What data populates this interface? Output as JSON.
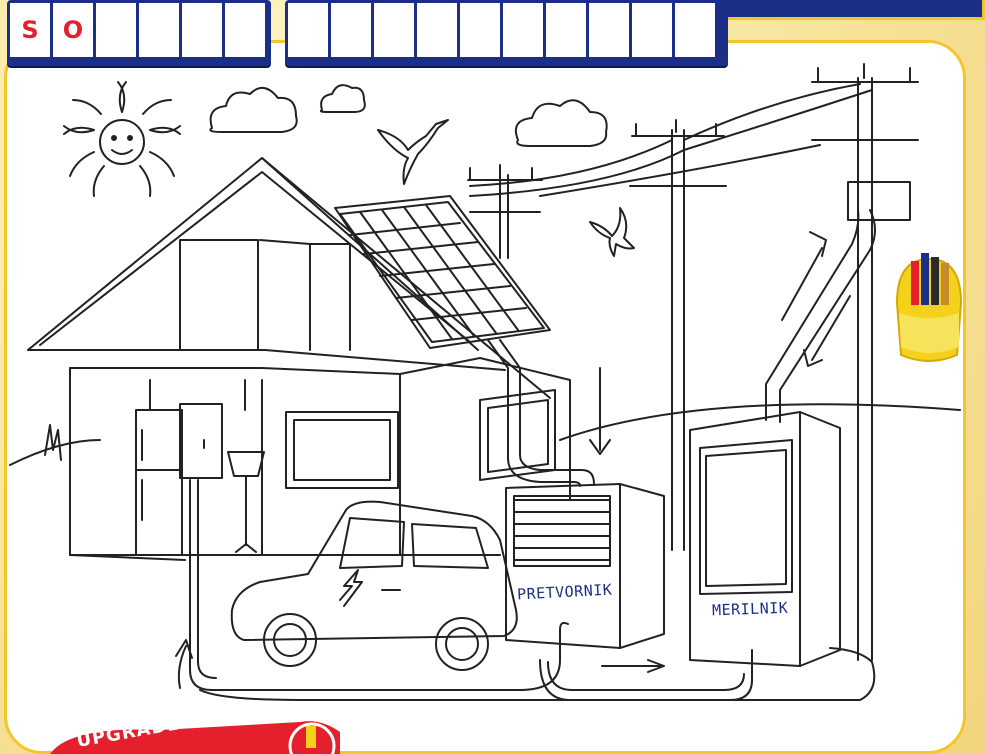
{
  "word_row_1": {
    "letters": [
      "S",
      "O",
      "",
      "",
      "",
      ""
    ]
  },
  "word_row_2": {
    "letters": [
      "",
      "",
      "",
      "",
      "",
      "",
      "",
      "",
      "",
      ""
    ]
  },
  "labels": {
    "inverter": "PRETVORNIK",
    "meter": "MERILNIK"
  },
  "banner": {
    "text": "UPGRADE"
  },
  "colors": {
    "frame_blue": "#1c2f86",
    "letter_red": "#e3202c",
    "border_yellow": "#f3c62c",
    "label_blue": "#1c2f86"
  },
  "icons": [
    "pencil-cup-icon",
    "sun-icon",
    "lightning-icon"
  ]
}
